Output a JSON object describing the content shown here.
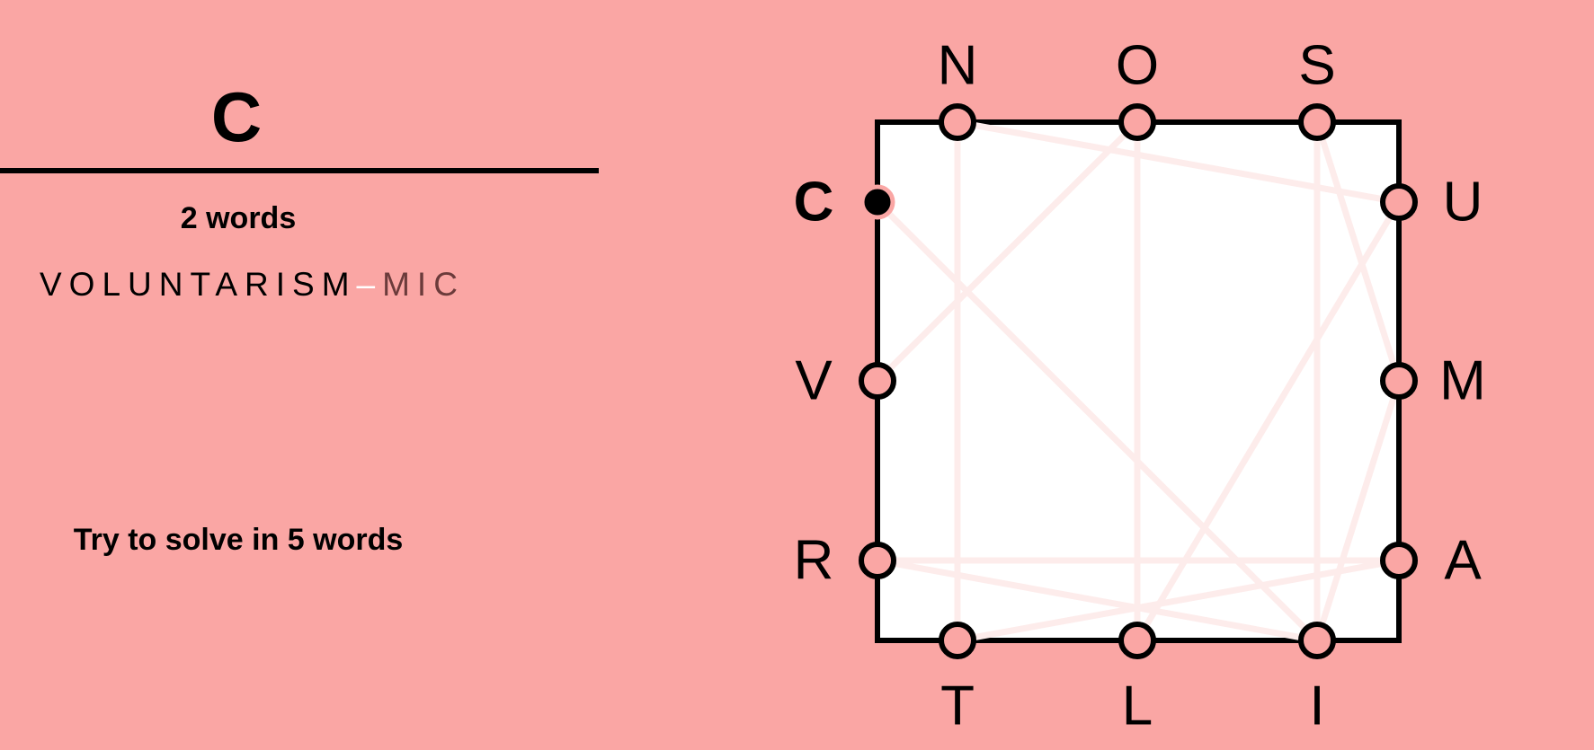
{
  "game": {
    "current_word": "C",
    "word_count": "2 words",
    "found_words": [
      "VOLUNTARISM",
      "MIC"
    ],
    "separator": "–",
    "goal": "Try to solve in 5 words"
  },
  "colors": {
    "background": "#faa6a4",
    "board_fill": "#ffffff",
    "trail": "#fdeceb",
    "node_fill": "#faa6a4",
    "active_node": "#000000"
  },
  "letters": {
    "top": [
      "N",
      "O",
      "S"
    ],
    "right": [
      "U",
      "M",
      "A"
    ],
    "bottom": [
      "T",
      "L",
      "I"
    ],
    "left": [
      "C",
      "V",
      "R"
    ]
  },
  "active_letter": "C",
  "trail_path": [
    "V",
    "O",
    "L",
    "U",
    "N",
    "T",
    "A",
    "R",
    "I",
    "S",
    "M",
    "I",
    "C"
  ]
}
